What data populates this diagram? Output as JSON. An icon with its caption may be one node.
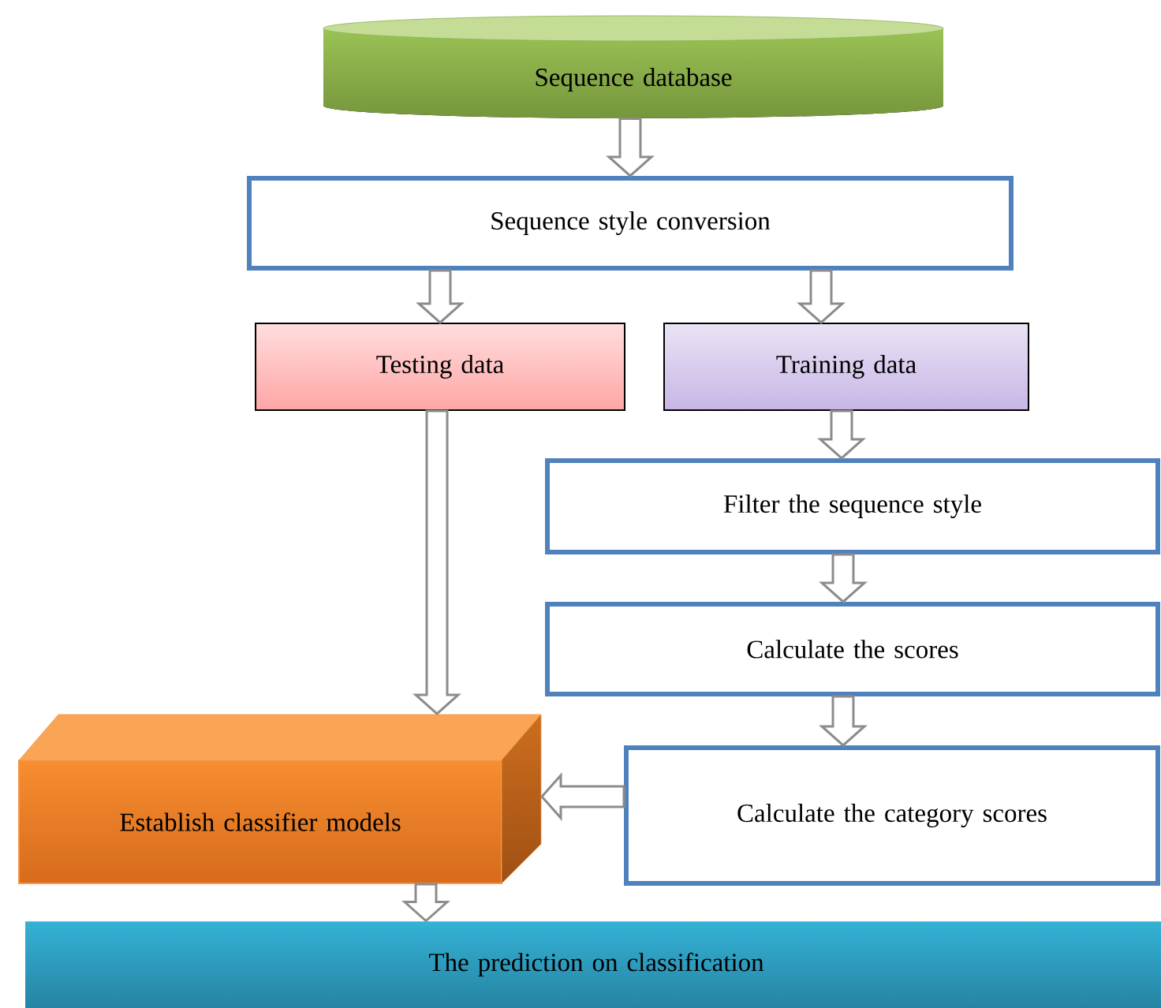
{
  "diagram": {
    "nodes": [
      {
        "text": [
          "Sequence database"
        ]
      },
      {
        "text": [
          "Sequence style conversion"
        ]
      },
      {
        "text": [
          "Testing data"
        ]
      },
      {
        "text": [
          "Training data"
        ]
      },
      {
        "text": [
          "Filter the sequence style"
        ]
      },
      {
        "text": [
          "Calculate the scores"
        ]
      },
      {
        "text": [
          "Calculate the category scores"
        ]
      },
      {
        "text": [
          "Establish classifier models"
        ]
      },
      {
        "text": [
          "The prediction on classification"
        ]
      }
    ],
    "edges": [
      {
        "from": 0,
        "to": 1,
        "arrow": "to"
      },
      {
        "from": 1,
        "to": 2,
        "arrow": "to"
      },
      {
        "from": 1,
        "to": 3,
        "arrow": "to"
      },
      {
        "from": 3,
        "to": 4,
        "arrow": "to"
      },
      {
        "from": 4,
        "to": 5,
        "arrow": "to"
      },
      {
        "from": 5,
        "to": 6,
        "arrow": "to"
      },
      {
        "from": 2,
        "to": 7,
        "arrow": "to"
      },
      {
        "from": 6,
        "to": 7,
        "arrow": "to"
      },
      {
        "from": 7,
        "to": 8,
        "arrow": "to"
      }
    ]
  }
}
